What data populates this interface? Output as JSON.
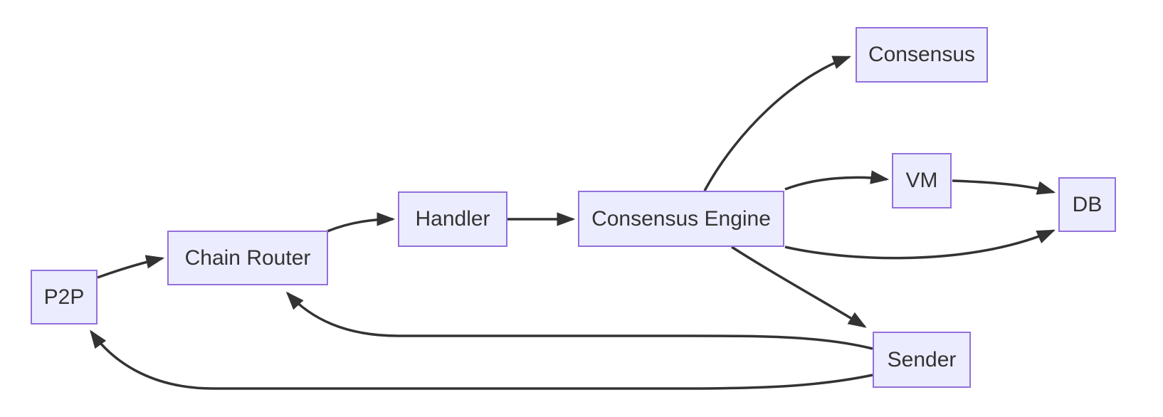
{
  "diagram": {
    "type": "flowchart",
    "direction": "left-to-right",
    "colors": {
      "background": "#FFFFFF",
      "node_fill": "#ECECFF",
      "node_border": "#9370DB",
      "edge": "#333333",
      "text": "#333333"
    },
    "nodes": [
      {
        "id": "p2p",
        "label": "P2P"
      },
      {
        "id": "chain-router",
        "label": "Chain Router"
      },
      {
        "id": "handler",
        "label": "Handler"
      },
      {
        "id": "consensus-engine",
        "label": "Consensus Engine"
      },
      {
        "id": "consensus",
        "label": "Consensus"
      },
      {
        "id": "vm",
        "label": "VM"
      },
      {
        "id": "db",
        "label": "DB"
      },
      {
        "id": "sender",
        "label": "Sender"
      }
    ],
    "edges": [
      {
        "from": "P2P",
        "to": "Chain Router"
      },
      {
        "from": "Chain Router",
        "to": "Handler"
      },
      {
        "from": "Handler",
        "to": "Consensus Engine"
      },
      {
        "from": "Consensus Engine",
        "to": "Consensus"
      },
      {
        "from": "Consensus Engine",
        "to": "VM"
      },
      {
        "from": "VM",
        "to": "DB"
      },
      {
        "from": "Consensus Engine",
        "to": "DB"
      },
      {
        "from": "Consensus Engine",
        "to": "Sender"
      },
      {
        "from": "Sender",
        "to": "Chain Router"
      },
      {
        "from": "Sender",
        "to": "P2P"
      }
    ]
  }
}
